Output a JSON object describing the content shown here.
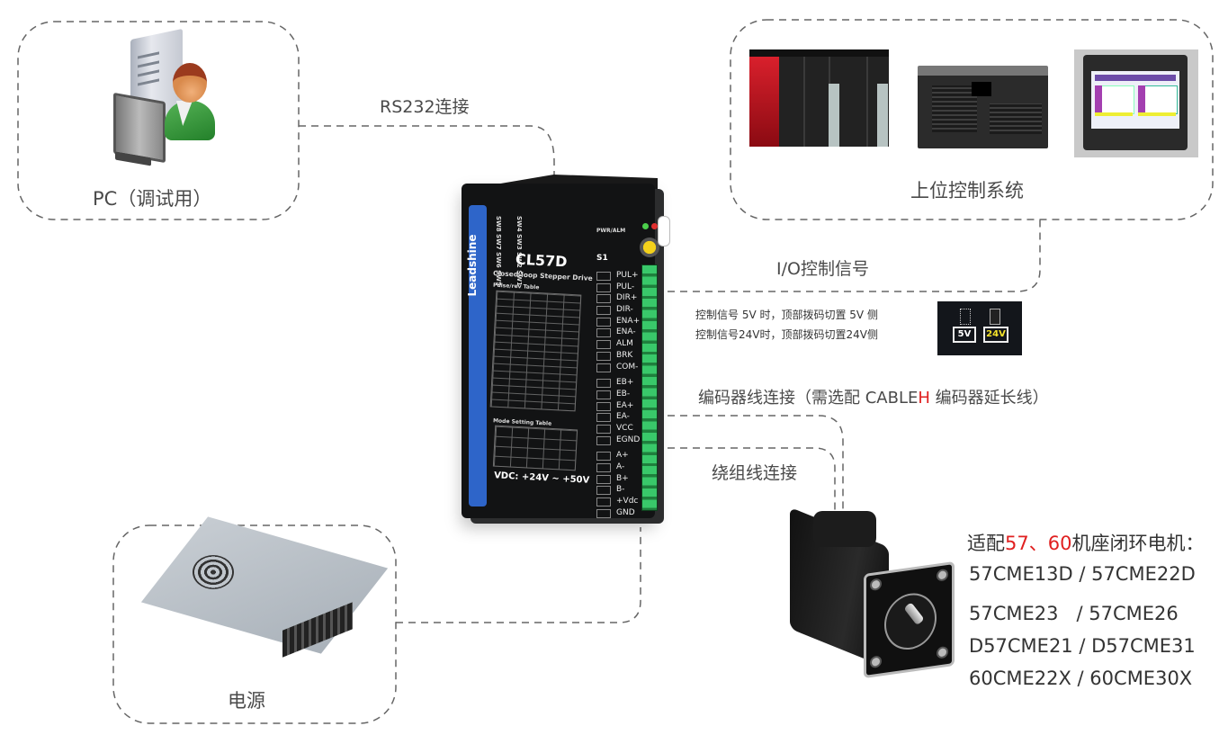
{
  "nodes": {
    "pc": {
      "label": "PC（调试用）",
      "icon": "pc-with-user-icon"
    },
    "host_control": {
      "label": "上位控制系统",
      "devices": [
        "plc-icon",
        "industrial-pc-icon",
        "hmi-touchscreen-icon"
      ]
    },
    "power_supply": {
      "label": "电源",
      "icon": "switching-power-supply-icon"
    }
  },
  "connections": {
    "rs232": "RS232连接",
    "io": "I/O控制信号",
    "encoder": {
      "prefix": "编码器线连接（需选配 CABLE",
      "highlight": "H",
      "suffix": " 编码器延长线）"
    },
    "winding": "绕组线连接"
  },
  "io_notes": [
    "控制信号 5V 时，顶部拨码切置 5V 侧",
    "控制信号24V时，顶部拨码切置24V侧"
  ],
  "voltage_selector": {
    "options": [
      "5V",
      "24V"
    ],
    "colors": {
      "5V": "#ffffff",
      "24V": "#f5e32a"
    }
  },
  "drive": {
    "brand": "Leadshine",
    "model": "CL57D",
    "subtitle": "Closed-loop Stepper Drive",
    "switches": [
      "SW8",
      "SW7",
      "SW6",
      "SW5",
      "SW4",
      "SW3",
      "SW2",
      "SW1"
    ],
    "switch_label": "S1",
    "led_label": "PWR/ALM",
    "pulse_table_title": "Pulse/rev Table",
    "mode_table_title": "Mode Setting Table",
    "voltage": "VDC: +24V ~ +50V",
    "pins": [
      "PUL+",
      "PUL-",
      "DIR+",
      "DIR-",
      "ENA+",
      "ENA-",
      "ALM",
      "BRK",
      "COM-",
      "EB+",
      "EB-",
      "EA+",
      "EA-",
      "VCC",
      "EGND",
      "A+",
      "A-",
      "B+",
      "B-",
      "+Vdc",
      "GND"
    ]
  },
  "motor": {
    "title_prefix": "适配",
    "title_highlight": "57、60",
    "title_suffix": "机座闭环电机：",
    "models": [
      "57CME13D / 57CME22D",
      "57CME23   / 57CME26",
      "D57CME21 / D57CME31",
      "60CME22X / 60CME30X"
    ]
  },
  "colors": {
    "accent_red": "#e02020",
    "dash": "#666666",
    "text": "#444444",
    "brand_blue": "#2e65c9"
  }
}
